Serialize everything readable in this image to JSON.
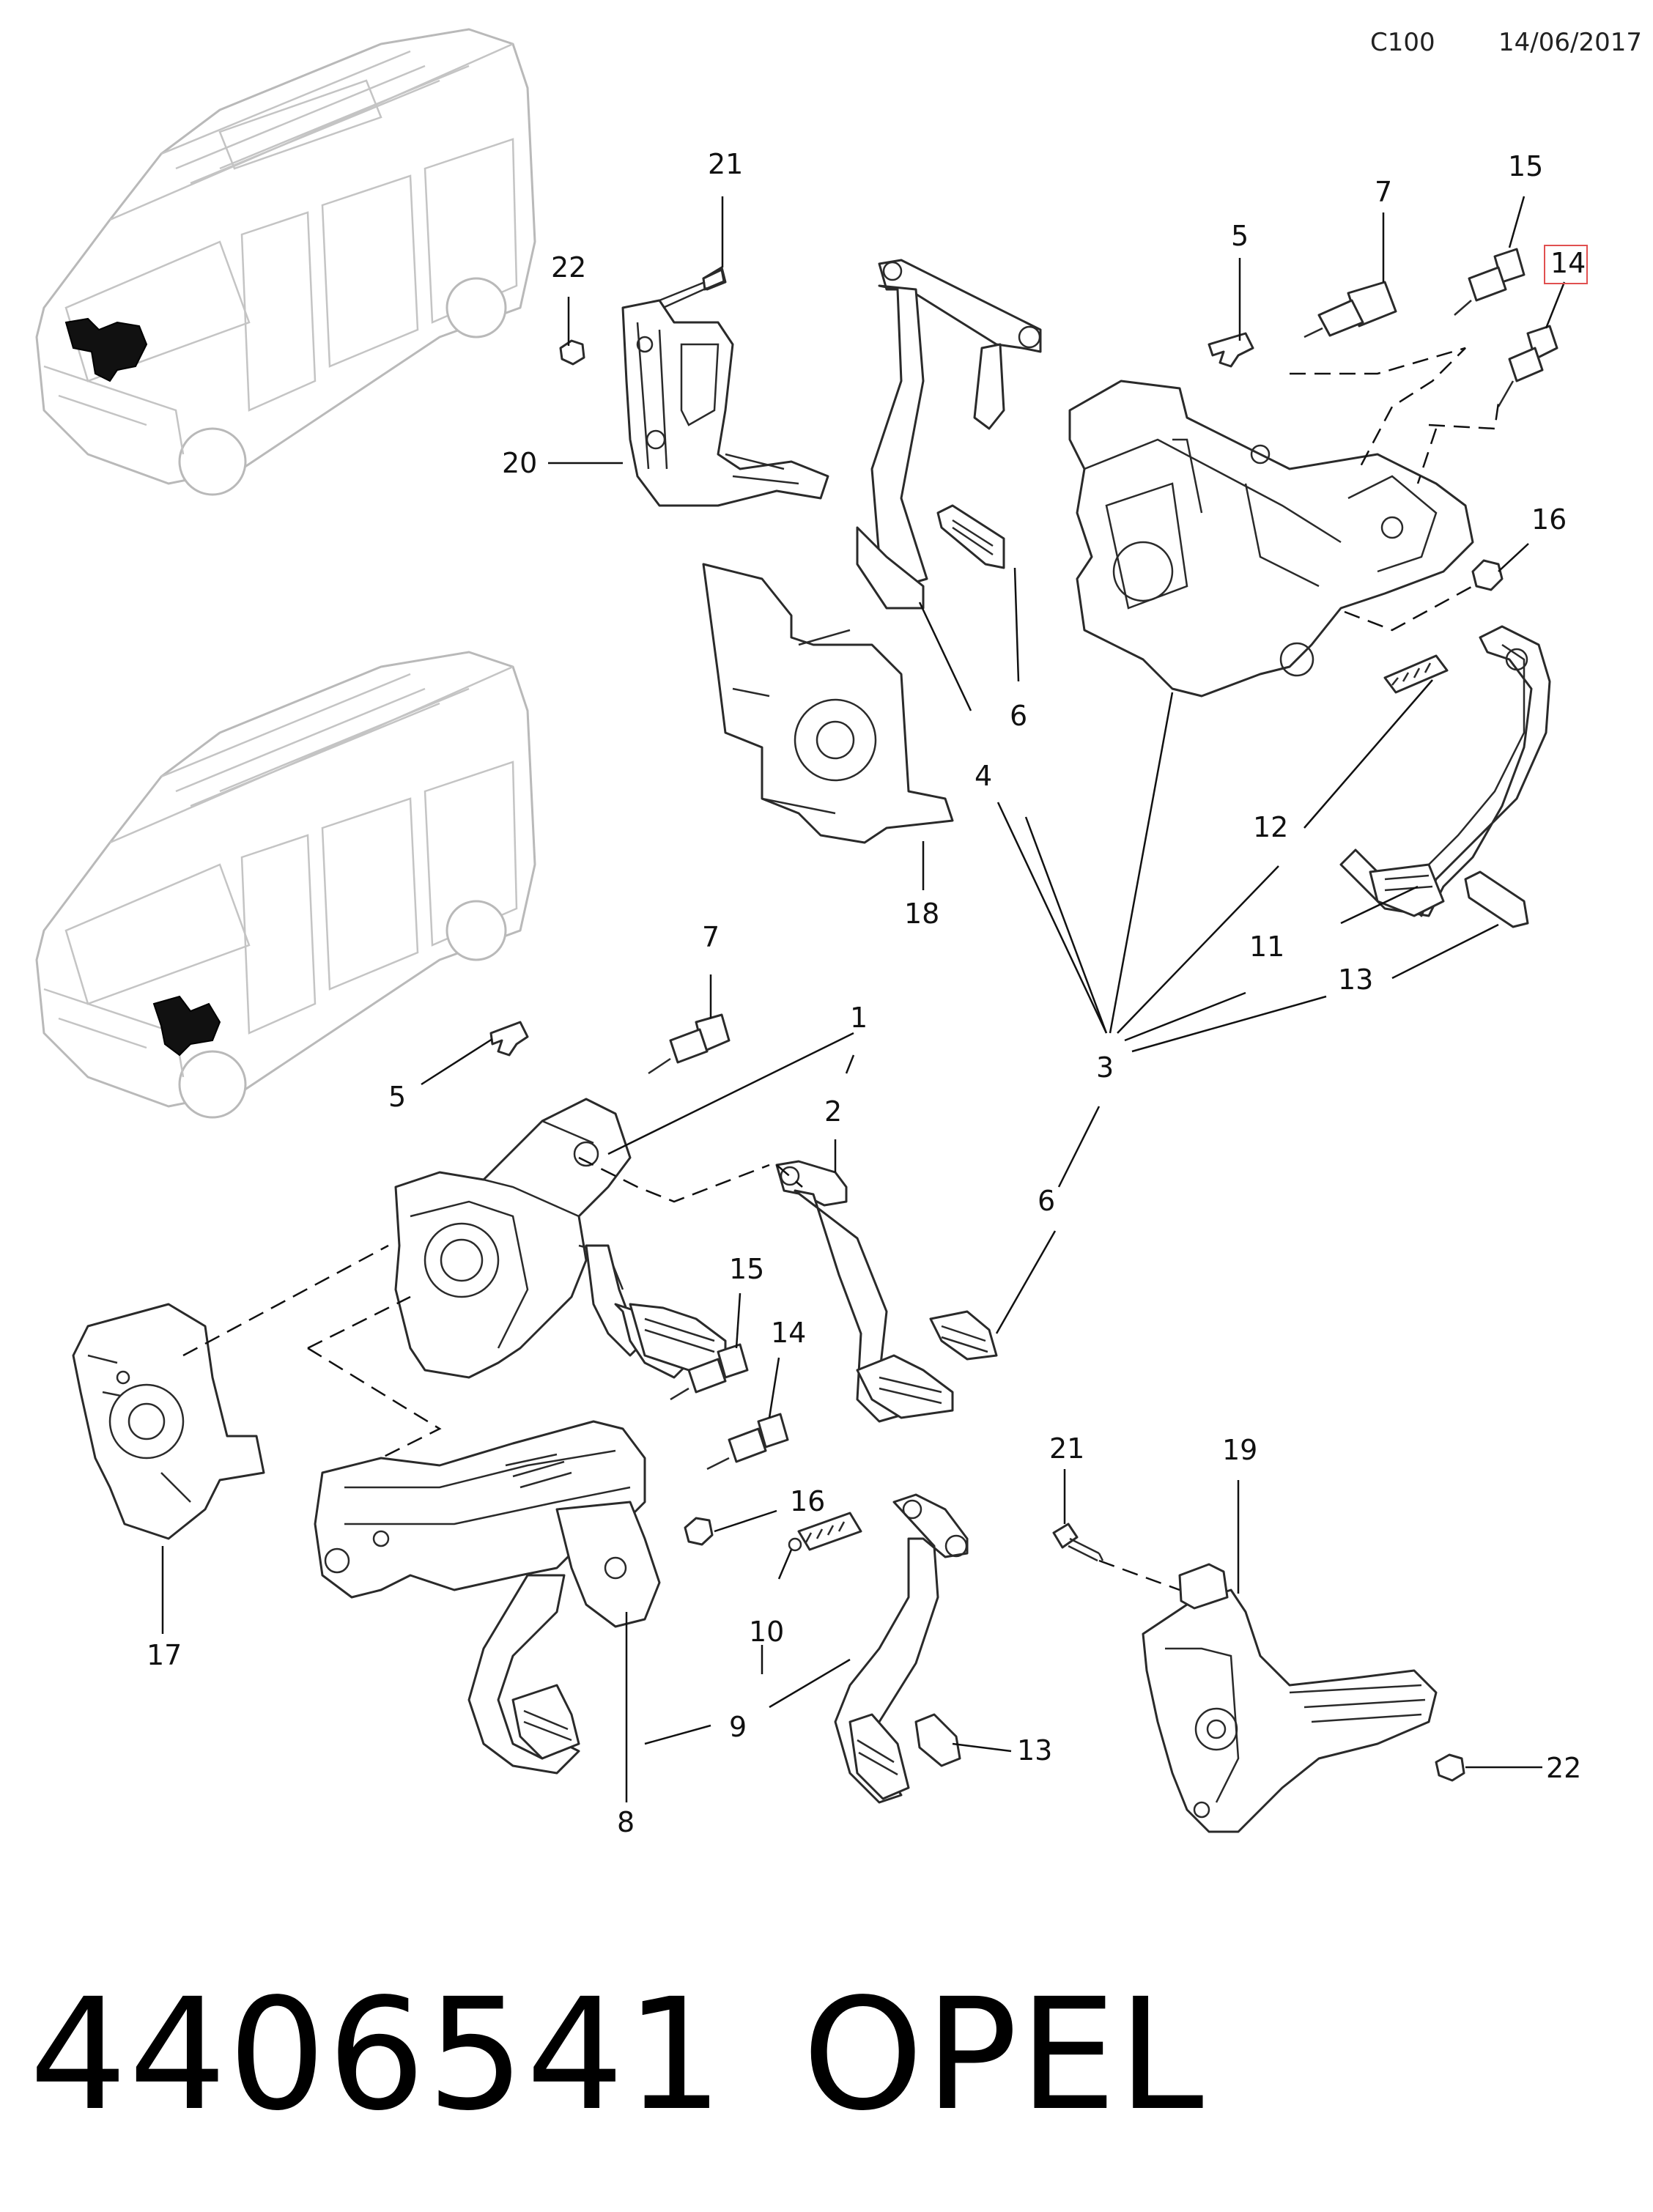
{
  "header": {
    "code": "C100",
    "date": "14/06/2017"
  },
  "footer": {
    "part_number": "4406541",
    "brand": "OPEL"
  },
  "callouts": {
    "c1": "1",
    "c2": "2",
    "c3": "3",
    "c4": "4",
    "c5_top": "5",
    "c5_bottom": "5",
    "c6_top": "6",
    "c6_bottom": "6",
    "c7_top": "7",
    "c7_bottom": "7",
    "c8": "8",
    "c9": "9",
    "c10": "10",
    "c11": "11",
    "c12": "12",
    "c13_top": "13",
    "c13_bottom": "13",
    "c14_top": "14",
    "c14_bottom": "14",
    "c15_top": "15",
    "c15_bottom": "15",
    "c16_top": "16",
    "c16_bottom": "16",
    "c17": "17",
    "c18": "18",
    "c19": "19",
    "c20": "20",
    "c21_top": "21",
    "c21_bottom": "21",
    "c22_top": "22",
    "c22_bottom": "22"
  },
  "highlight": {
    "color": "#e05050",
    "target": "14"
  }
}
